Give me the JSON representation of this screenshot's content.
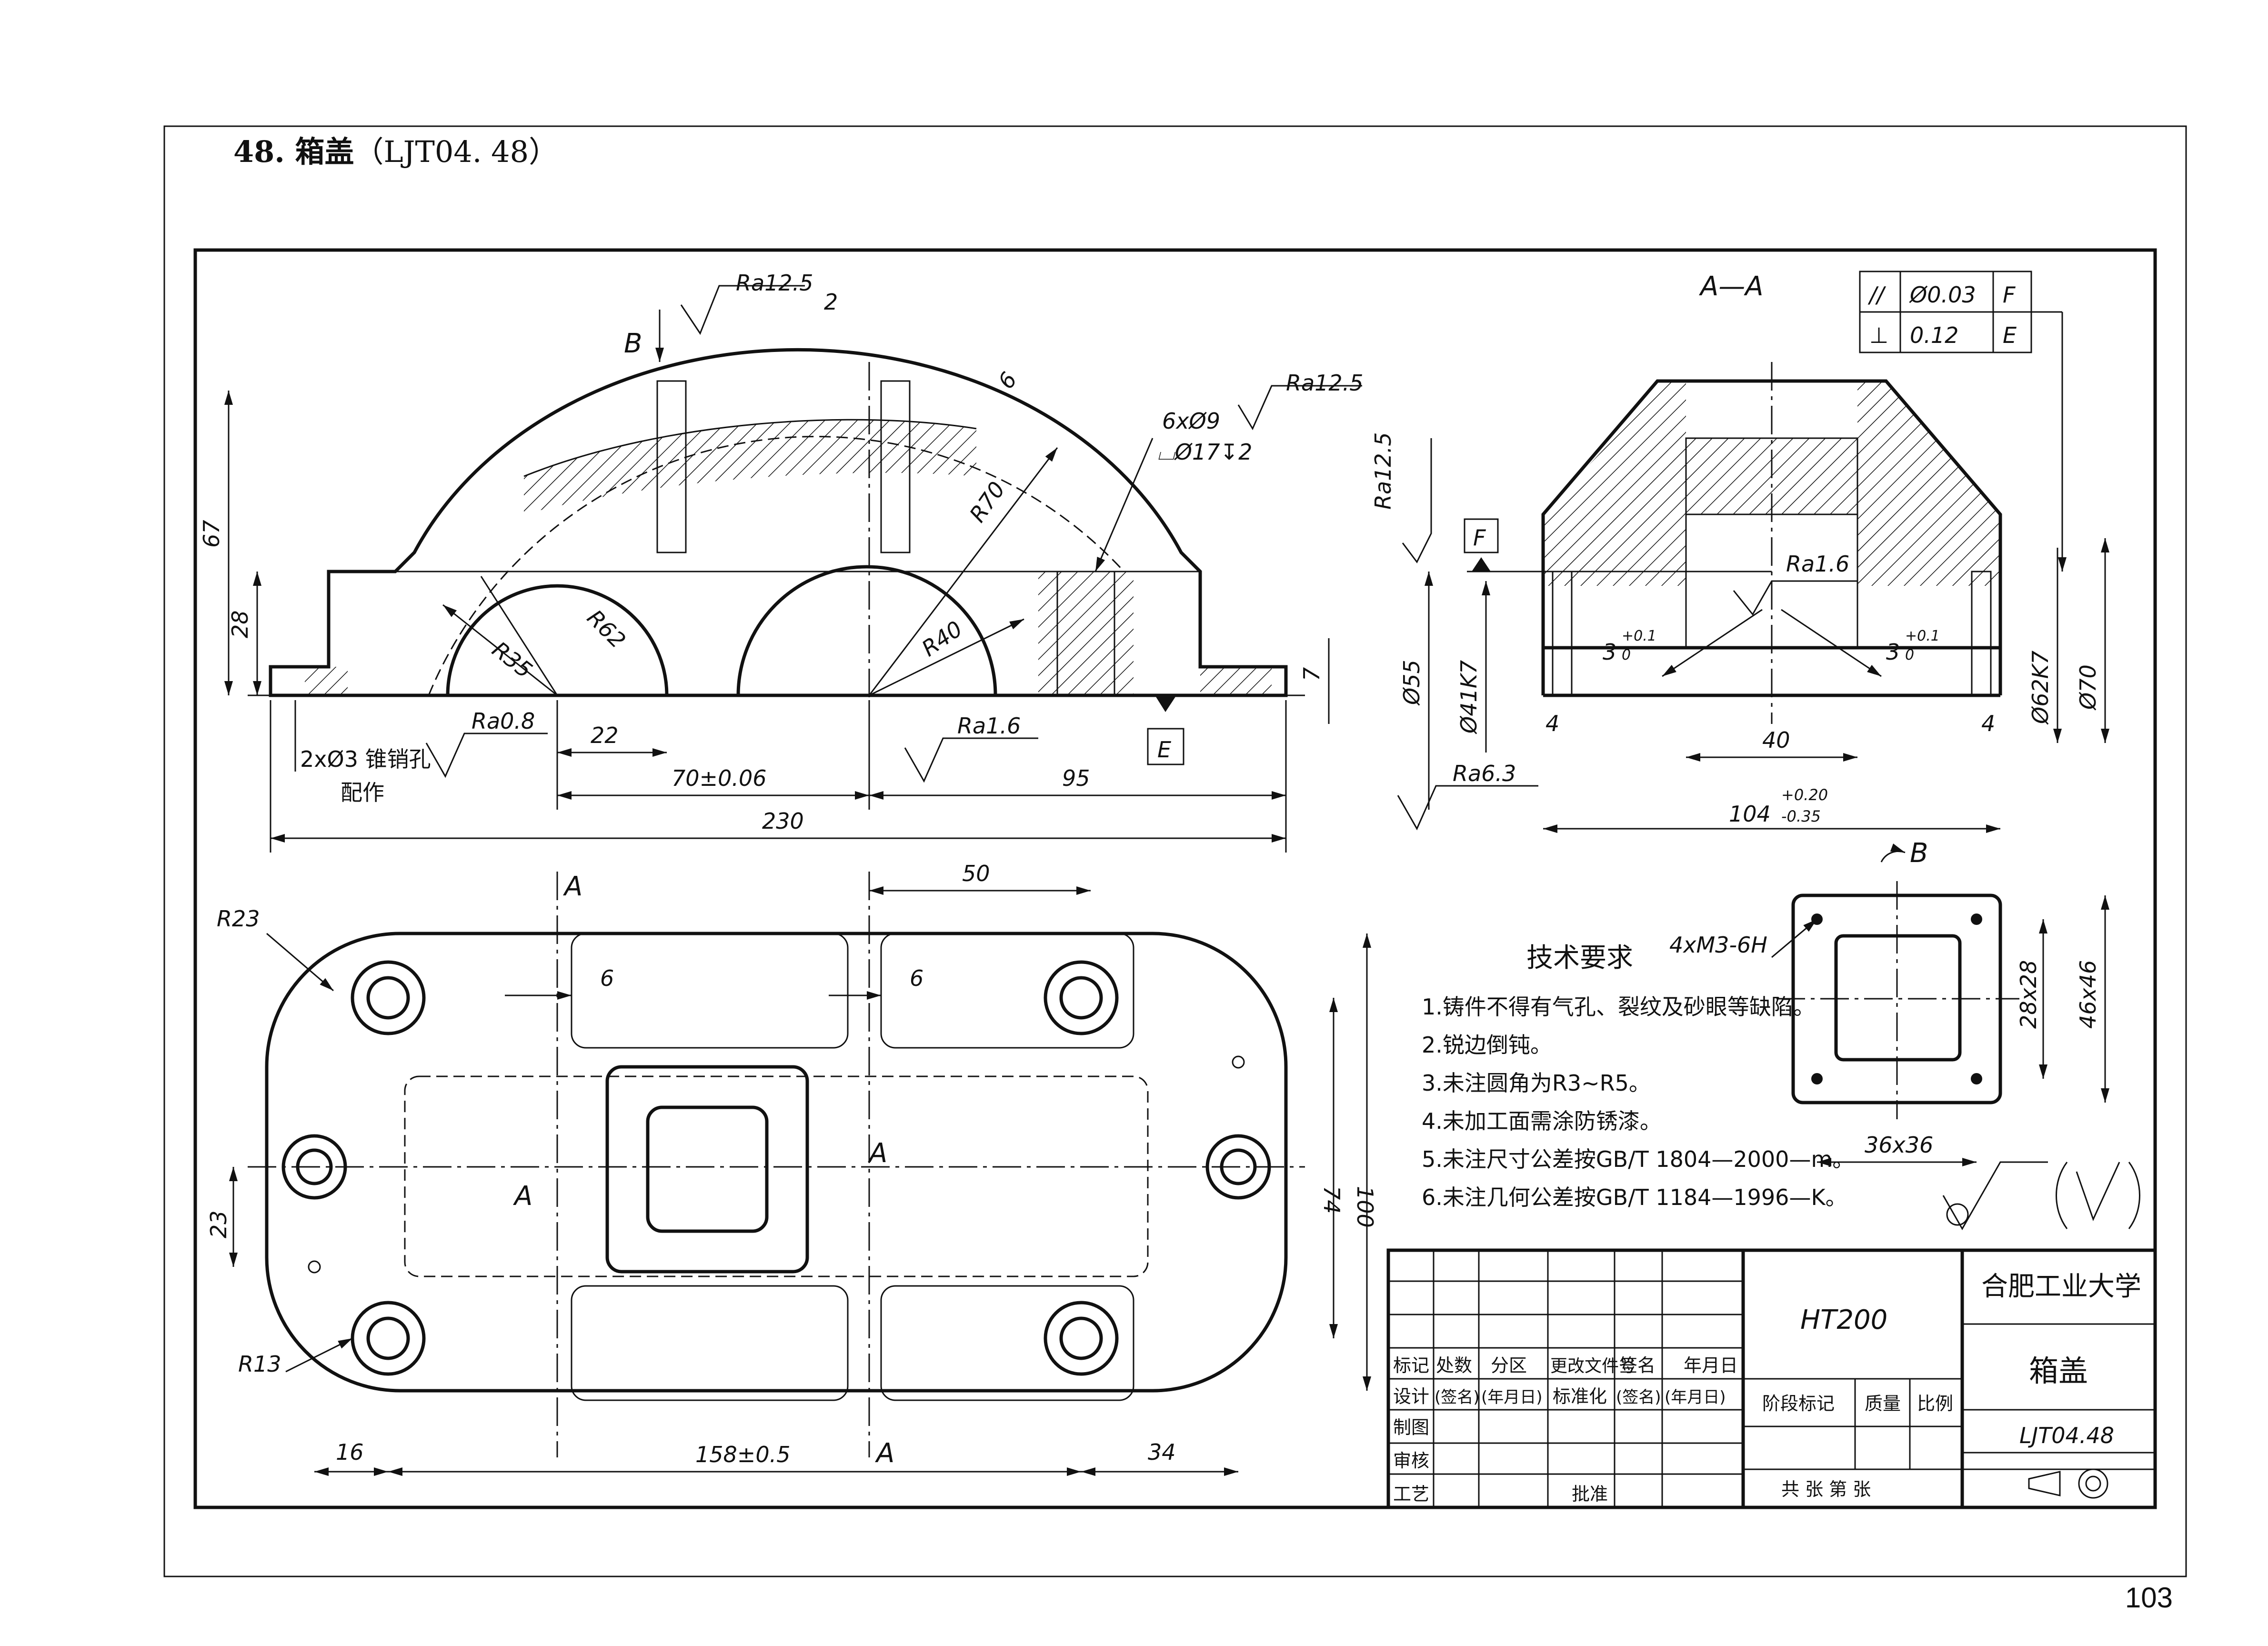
{
  "header": {
    "number": "48.",
    "title": "箱盖",
    "code": "（LJT04. 48）"
  },
  "page_number": "103",
  "front_view": {
    "dims": [
      "67",
      "28",
      "R35",
      "R62",
      "R70",
      "R40",
      "6",
      "2",
      "7",
      "22",
      "70±0.06",
      "95",
      "230"
    ],
    "roughness": [
      "Ra12.5",
      "Ra12.5",
      "Ra0.8",
      "Ra1.6"
    ],
    "hole_spec": "6xØ9",
    "counterbore": "⌴Ø17↧2",
    "pin_note": "2xØ3 锥销孔",
    "pin_note2": "配作",
    "datum_e": "E",
    "view_b": "B"
  },
  "section_view": {
    "title": "A—A",
    "tol_row1": {
      "sym": "//",
      "val": "Ø0.03",
      "datum": "F"
    },
    "tol_row2": {
      "sym": "⊥",
      "val": "0.12",
      "datum": "E"
    },
    "dims": [
      "Ø55",
      "Ø41K7",
      "Ø62K7",
      "Ø70",
      "40",
      "4",
      "4"
    ],
    "fit_left": "3",
    "fit_right": "3",
    "tol_up": "+0.1",
    "tol_zero": "0",
    "width_main": "104",
    "width_tol_up": "+0.20",
    "width_tol_low": "-0.35",
    "roughness": [
      "Ra12.5",
      "Ra1.6",
      "Ra6.3"
    ],
    "datum_f": "F"
  },
  "top_view": {
    "dims": [
      "R23",
      "R13",
      "50",
      "6",
      "6",
      "74",
      "100",
      "23",
      "16",
      "158±0.5",
      "34"
    ],
    "section_mark": "A"
  },
  "view_b": {
    "label": "B",
    "thread": "4xM3-6H",
    "dims": [
      "28x28",
      "46x46",
      "36x36"
    ]
  },
  "tech_req": {
    "title": "技术要求",
    "items": [
      "1.铸件不得有气孔、裂纹及砂眼等缺陷。",
      "2.锐边倒钝。",
      "3.未注圆角为R3~R5。",
      "4.未加工面需涂防锈漆。",
      "5.未注尺寸公差按GB/T 1804—2000—m。",
      "6.未注几何公差按GB/T 1184—1996—K。"
    ]
  },
  "title_block": {
    "material": "HT200",
    "school": "合肥工业大学",
    "part_name": "箱盖",
    "drawing_no": "LJT04.48",
    "row_labels": [
      "标记",
      "处数",
      "分区",
      "更改文件号",
      "签名",
      "年月日"
    ],
    "design_row": [
      "设计",
      "(签名)",
      "(年月日)",
      "标准化",
      "(签名)",
      "(年月日)"
    ],
    "left_labels": [
      "制图",
      "审核",
      "工艺"
    ],
    "approve": "批准",
    "stage": "阶段标记",
    "mass": "质量",
    "scale": "比例",
    "sheets": "共   张   第   张"
  }
}
